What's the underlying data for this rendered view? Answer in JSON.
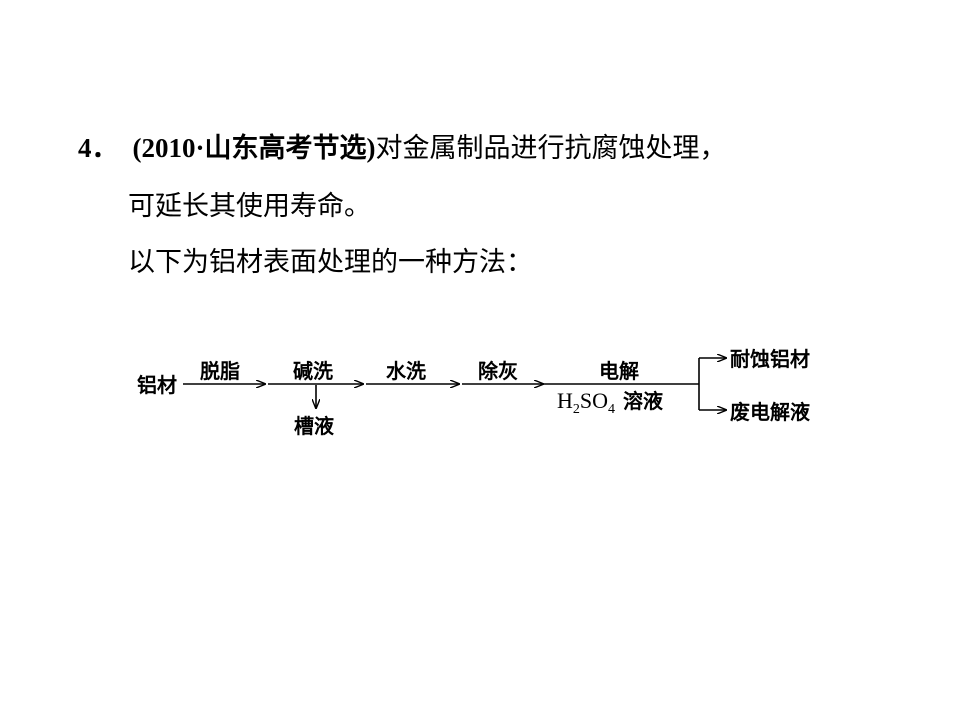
{
  "question": {
    "number": "4．",
    "source": "(2010·山东高考节选)",
    "line1_text": "对金属制品进行抗腐蚀处理，",
    "line2_text": "可延长其使用寿命。",
    "line3_text": "以下为铝材表面处理的一种方法："
  },
  "flowchart": {
    "start": "铝材",
    "step_degrease": "脱脂",
    "step_alkali_wash": "碱洗",
    "byproduct_tank_liquid": "槽液",
    "step_water_wash": "水洗",
    "step_remove_ash": "除灰",
    "step_electrolysis": "电解",
    "electrolyte_h": "H",
    "electrolyte_h_sub": "2",
    "electrolyte_so": "SO",
    "electrolyte_so_sub": "4",
    "electrolyte_solution": "溶液",
    "output_corrosion_resistant": "耐蚀铝材",
    "output_waste_electrolyte": "废电解液"
  }
}
